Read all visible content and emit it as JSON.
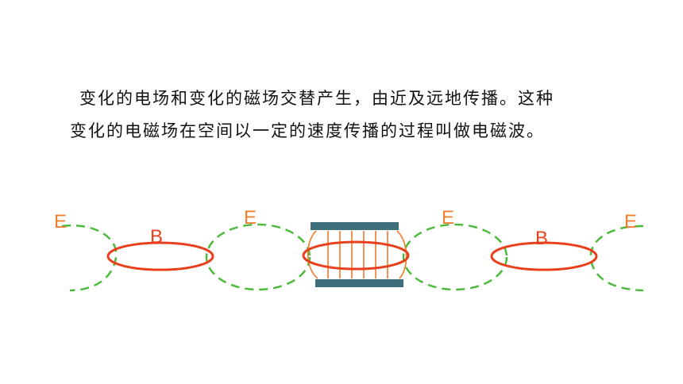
{
  "text": {
    "line1": "变化的电场和变化的磁场交替产生，由近及远地传播。这种",
    "line2": "变化的电磁场在空间以一定的速度传播的过程叫做电磁波。"
  },
  "diagram": {
    "labels": {
      "e1": "E",
      "e2": "E",
      "e3": "E",
      "e4": "E",
      "b1": "B",
      "b2": "B"
    },
    "colors": {
      "e_field": "#f08030",
      "b_field": "#e8401c",
      "dashed_loop": "#4cbb3c",
      "capacitor_plate": "#3f6f7a",
      "field_lines": "#f07a2a"
    }
  }
}
